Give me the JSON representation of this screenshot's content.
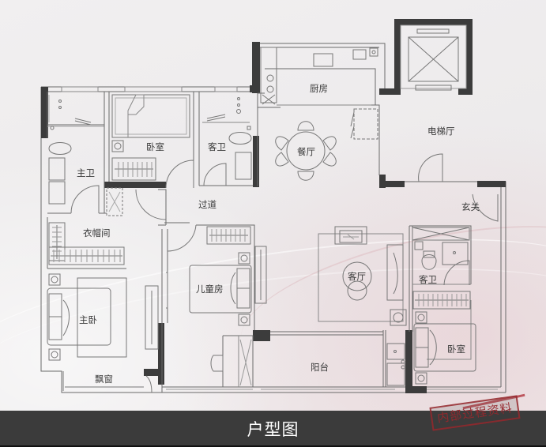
{
  "banner": {
    "title": "户型图",
    "background_color": "#3b3b3b",
    "text_color": "#ffffff"
  },
  "stamp": {
    "text": "内部过程资料",
    "color": "#96282d"
  },
  "floorplan": {
    "wall_color": "#3c3c3c",
    "line_color": "#6a6a6a",
    "rooms": [
      {
        "id": "master-bath",
        "label": "主卫"
      },
      {
        "id": "bedroom-north",
        "label": "卧室"
      },
      {
        "id": "guest-bath-north",
        "label": "客卫"
      },
      {
        "id": "kitchen",
        "label": "厨房"
      },
      {
        "id": "dining",
        "label": "餐厅"
      },
      {
        "id": "elevator-hall",
        "label": "电梯厅"
      },
      {
        "id": "corridor",
        "label": "过道"
      },
      {
        "id": "entrance",
        "label": "玄关"
      },
      {
        "id": "closet",
        "label": "衣帽间"
      },
      {
        "id": "master-bedroom",
        "label": "主卧"
      },
      {
        "id": "kids-room",
        "label": "儿童房"
      },
      {
        "id": "living-room",
        "label": "客厅"
      },
      {
        "id": "guest-bath-south",
        "label": "客卫"
      },
      {
        "id": "bedroom-south",
        "label": "卧室"
      },
      {
        "id": "balcony",
        "label": "阳台"
      },
      {
        "id": "bay-window",
        "label": "飘窗"
      }
    ]
  }
}
